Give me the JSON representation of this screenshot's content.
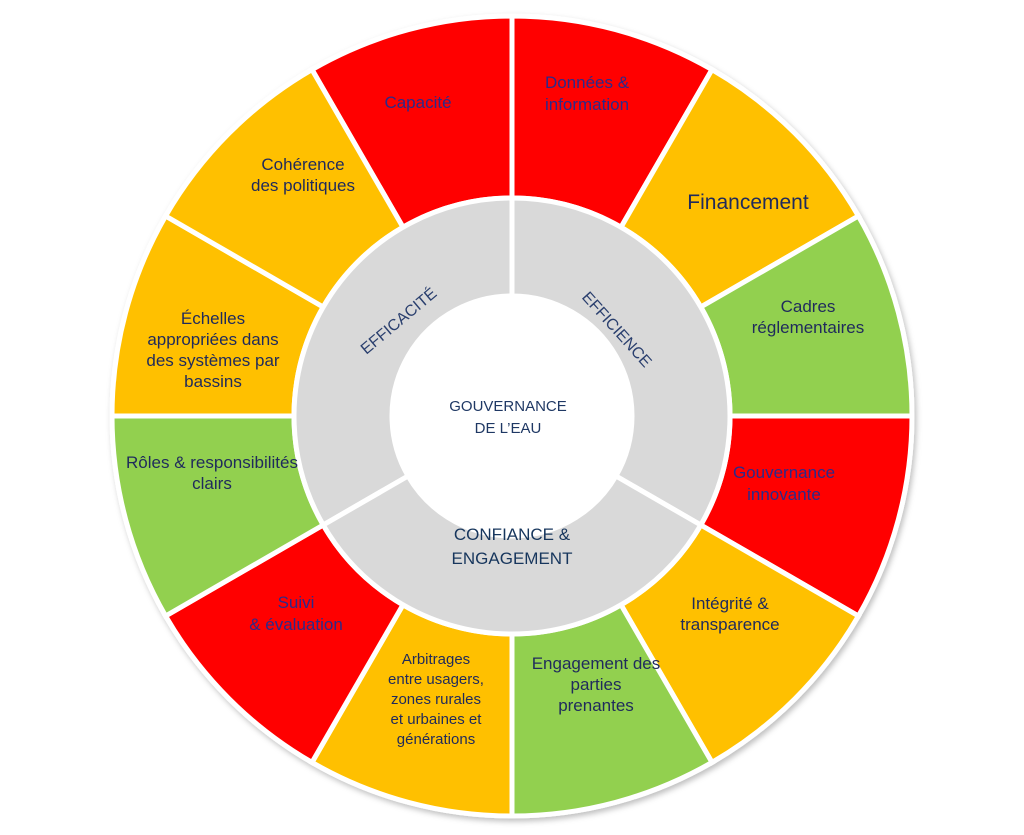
{
  "center": {
    "line1": "GOUVERNANCE",
    "line2": "DE L’EAU"
  },
  "dimensions": [
    {
      "id": "effectiveness",
      "label": "EFFICACITÉ"
    },
    {
      "id": "efficiency",
      "label": "EFFICIENCE"
    },
    {
      "id": "trust",
      "line1": "CONFIANCE  &",
      "line2": "ENGAGEMENT"
    }
  ],
  "colors": {
    "red": "#ff0000",
    "amber": "#ffc000",
    "green": "#92d050",
    "inner_ring": "#d9d9d9",
    "core": "#ffffff"
  },
  "principles": [
    {
      "id": "capacite",
      "lines": [
        "Capacité"
      ],
      "status": "red"
    },
    {
      "id": "donnees",
      "lines": [
        "Données &",
        "information"
      ],
      "status": "red"
    },
    {
      "id": "financement",
      "lines": [
        "Financement"
      ],
      "status": "amber"
    },
    {
      "id": "cadres",
      "lines": [
        "Cadres",
        "réglementaires"
      ],
      "status": "green"
    },
    {
      "id": "gouvernance-innovante",
      "lines": [
        "Gouvernance",
        "innovante"
      ],
      "status": "red"
    },
    {
      "id": "integrite",
      "lines": [
        "Intégrité &",
        "transparence"
      ],
      "status": "amber"
    },
    {
      "id": "engagement",
      "lines": [
        "Engagement des",
        "parties",
        "prenantes"
      ],
      "status": "green"
    },
    {
      "id": "arbitrages",
      "lines": [
        "Arbitrages",
        "entre usagers,",
        "zones rurales",
        "et urbaines et",
        "générations"
      ],
      "status": "amber"
    },
    {
      "id": "suivi",
      "lines": [
        "Suivi",
        "& évaluation"
      ],
      "status": "red"
    },
    {
      "id": "roles",
      "lines": [
        "Rôles & responsibilités",
        "clairs"
      ],
      "status": "green"
    },
    {
      "id": "echelles",
      "lines": [
        "Échelles",
        "appropriées dans",
        "des systèmes par",
        "bassins"
      ],
      "status": "amber"
    },
    {
      "id": "coherence",
      "lines": [
        "Cohérence",
        "des politiques"
      ],
      "status": "amber"
    }
  ]
}
